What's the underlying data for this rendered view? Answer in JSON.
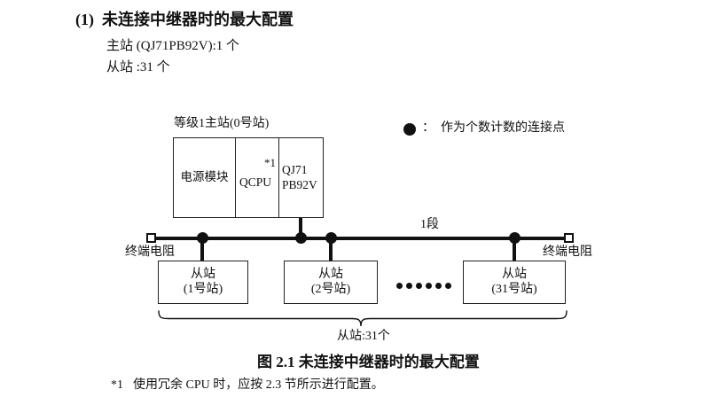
{
  "page": {
    "heading_num": "(1)",
    "heading_text": "未连接中继器时的最大配置",
    "master_line": "主站 (QJ71PB92V):1 个",
    "slave_line": "从站 :31 个"
  },
  "diagram": {
    "master_station_label": "等级1主站(0号站)",
    "rack": {
      "power_module": "电源模块",
      "cpu": "QCPU",
      "cpu_note": "*1",
      "module_line1": "QJ71",
      "module_line2": "PB92V"
    },
    "legend": {
      "separator": "：",
      "label": "作为个数计数的连接点"
    },
    "segment_label": "1段",
    "terminator_left_label": "终端电阻",
    "terminator_right_label": "终端电阻",
    "slaves": [
      {
        "line1": "从站",
        "line2": "(1号站)"
      },
      {
        "line1": "从站",
        "line2": "(2号站)"
      },
      {
        "line1": "从站",
        "line2": "(31号站)"
      }
    ],
    "slave_count_label": "从站:31个"
  },
  "caption": "图 2.1 未连接中继器时的最大配置",
  "footnote": {
    "marker": "*1",
    "text": "使用冗余 CPU 时，应按 2.3 节所示进行配置。"
  },
  "colors": {
    "ink": "#111111",
    "background": "#ffffff"
  }
}
